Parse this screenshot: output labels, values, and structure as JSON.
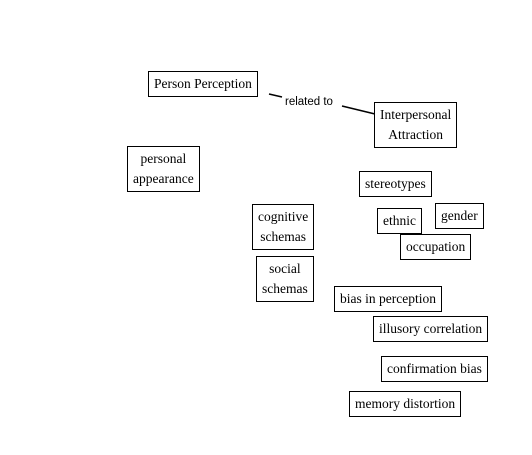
{
  "diagram": {
    "nodes": {
      "person_perception": {
        "lines": [
          "Person Perception"
        ]
      },
      "interpersonal_attraction": {
        "lines": [
          "Interpersonal",
          "Attraction"
        ]
      },
      "personal_appearance": {
        "lines": [
          "personal",
          "appearance"
        ]
      },
      "stereotypes": {
        "lines": [
          "stereotypes"
        ]
      },
      "cognitive_schemas": {
        "lines": [
          "cognitive",
          "schemas"
        ]
      },
      "ethnic": {
        "lines": [
          "ethnic"
        ]
      },
      "gender": {
        "lines": [
          "gender"
        ]
      },
      "occupation": {
        "lines": [
          "occupation"
        ]
      },
      "social_schemas": {
        "lines": [
          "social",
          "schemas"
        ]
      },
      "bias_in_perception": {
        "lines": [
          "bias in perception"
        ]
      },
      "illusory_correlation": {
        "lines": [
          "illusory correlation"
        ]
      },
      "confirmation_bias": {
        "lines": [
          "confirmation bias"
        ]
      },
      "memory_distortion": {
        "lines": [
          "memory distortion"
        ]
      }
    },
    "links": [
      {
        "from": "person_perception",
        "to": "interpersonal_attraction",
        "label": "related to"
      }
    ]
  }
}
